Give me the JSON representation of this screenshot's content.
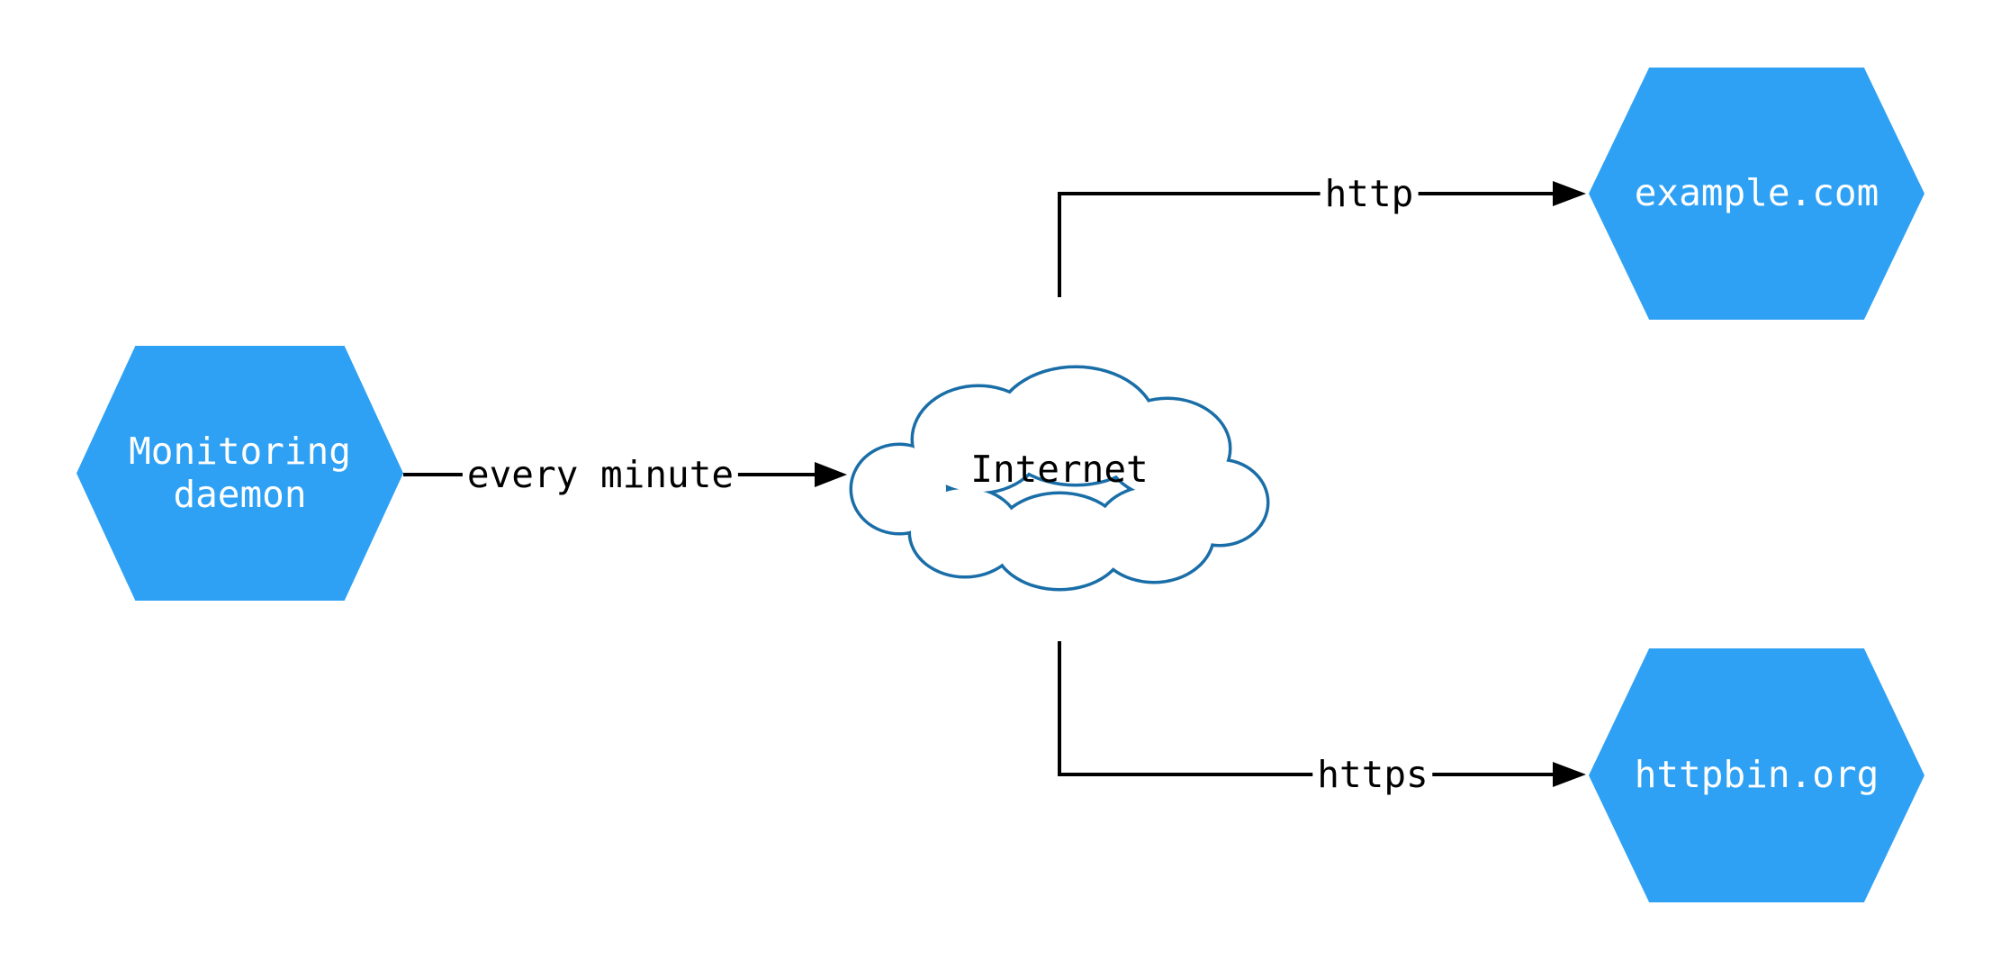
{
  "diagram": {
    "background": "#ffffff",
    "colors": {
      "hexagon_fill": "#2ea1f5",
      "hexagon_text": "#ffffff",
      "cloud_stroke": "#1a6ea8",
      "cloud_fill": "#ffffff",
      "edge_color": "#000000",
      "edge_label_color": "#000000"
    },
    "nodes": {
      "monitoring_daemon": {
        "label": "Monitoring\ndaemon",
        "shape": "hexagon"
      },
      "internet": {
        "label": "Internet",
        "shape": "cloud"
      },
      "example_com": {
        "label": "example.com",
        "shape": "hexagon"
      },
      "httpbin_org": {
        "label": "httpbin.org",
        "shape": "hexagon"
      }
    },
    "edges": [
      {
        "from": "monitoring_daemon",
        "to": "internet",
        "label": "every minute"
      },
      {
        "from": "internet",
        "to": "example_com",
        "label": "http"
      },
      {
        "from": "internet",
        "to": "httpbin_org",
        "label": "https"
      }
    ]
  }
}
